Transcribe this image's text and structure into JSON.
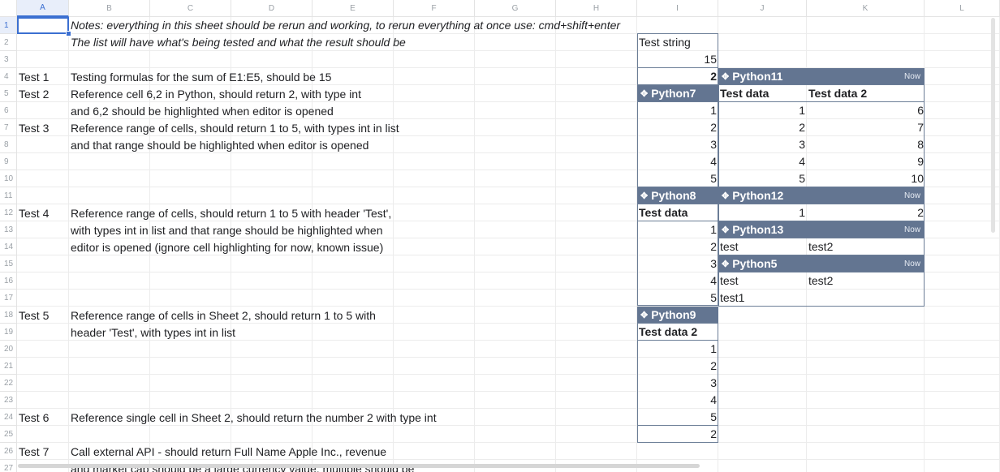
{
  "columns": [
    "A",
    "B",
    "C",
    "D",
    "E",
    "F",
    "G",
    "H",
    "I",
    "J",
    "K",
    "L"
  ],
  "rows": [
    "1",
    "2",
    "3",
    "4",
    "5",
    "6",
    "7",
    "8",
    "9",
    "10",
    "11",
    "12",
    "13",
    "14",
    "15",
    "16",
    "17",
    "18",
    "19",
    "20",
    "21",
    "22",
    "23",
    "24",
    "25",
    "26",
    "27"
  ],
  "notes": {
    "line1": "Notes: everything in this sheet should be rerun and working, to rerun everything at once use: cmd+shift+enter",
    "line2": "The list will have what's being tested and what the result should be"
  },
  "tests": [
    {
      "row": "4",
      "label": "Test 1",
      "lines": [
        "Testing formulas for the sum of E1:E5, should be 15"
      ]
    },
    {
      "row": "5",
      "label": "Test 2",
      "lines": [
        "Reference cell 6,2 in Python, should return 2, with type int",
        "and 6,2 should be highlighted when editor is opened"
      ]
    },
    {
      "row": "7",
      "label": "Test 3",
      "lines": [
        "Reference range of cells, should return 1 to 5, with types int in list",
        "and that range should be highlighted when editor is opened"
      ]
    },
    {
      "row": "12",
      "label": "Test 4",
      "lines": [
        "Reference range of cells, should return 1 to 5 with header 'Test',",
        "with types int in list and that range should be highlighted when",
        "editor is opened (ignore cell highlighting for now, known issue)"
      ]
    },
    {
      "row": "18",
      "label": "Test 5",
      "lines": [
        "Reference range of cells in Sheet 2, should return 1 to 5 with",
        "header 'Test', with types int in list"
      ]
    },
    {
      "row": "24",
      "label": "Test 6",
      "lines": [
        "Reference single cell in Sheet 2, should return the number 2 with type int"
      ]
    },
    {
      "row": "26",
      "label": "Test 7",
      "lines": [
        "Call external API - should return Full Name Apple Inc., revenue",
        "and market cap should be a large currency value, multiple should be"
      ]
    }
  ],
  "colI": {
    "test_string": "Test string",
    "sum": "15",
    "ref_cell": "2",
    "python7_title": "Python7",
    "python7_values": [
      "1",
      "2",
      "3",
      "4",
      "5"
    ],
    "python8_title": "Python8",
    "python8_header": "Test data",
    "python8_values": [
      "1",
      "2",
      "3",
      "4",
      "5"
    ],
    "python9_title": "Python9",
    "python9_header": "Test data 2",
    "python9_values": [
      "1",
      "2",
      "3",
      "4",
      "5"
    ],
    "single_cell": "2"
  },
  "python11": {
    "title": "Python11",
    "badge": "Now",
    "headers": [
      "Test data",
      "Test data 2"
    ],
    "rows": [
      [
        "1",
        "6"
      ],
      [
        "2",
        "7"
      ],
      [
        "3",
        "8"
      ],
      [
        "4",
        "9"
      ],
      [
        "5",
        "10"
      ]
    ]
  },
  "python12": {
    "title": "Python12",
    "badge": "Now",
    "row": [
      "1",
      "2"
    ]
  },
  "python13": {
    "title": "Python13",
    "badge": "Now",
    "row": [
      "test",
      "test2"
    ]
  },
  "python5": {
    "title": "Python5",
    "badge": "Now",
    "rows": [
      [
        "test",
        "test2"
      ],
      [
        "test1",
        ""
      ]
    ]
  }
}
